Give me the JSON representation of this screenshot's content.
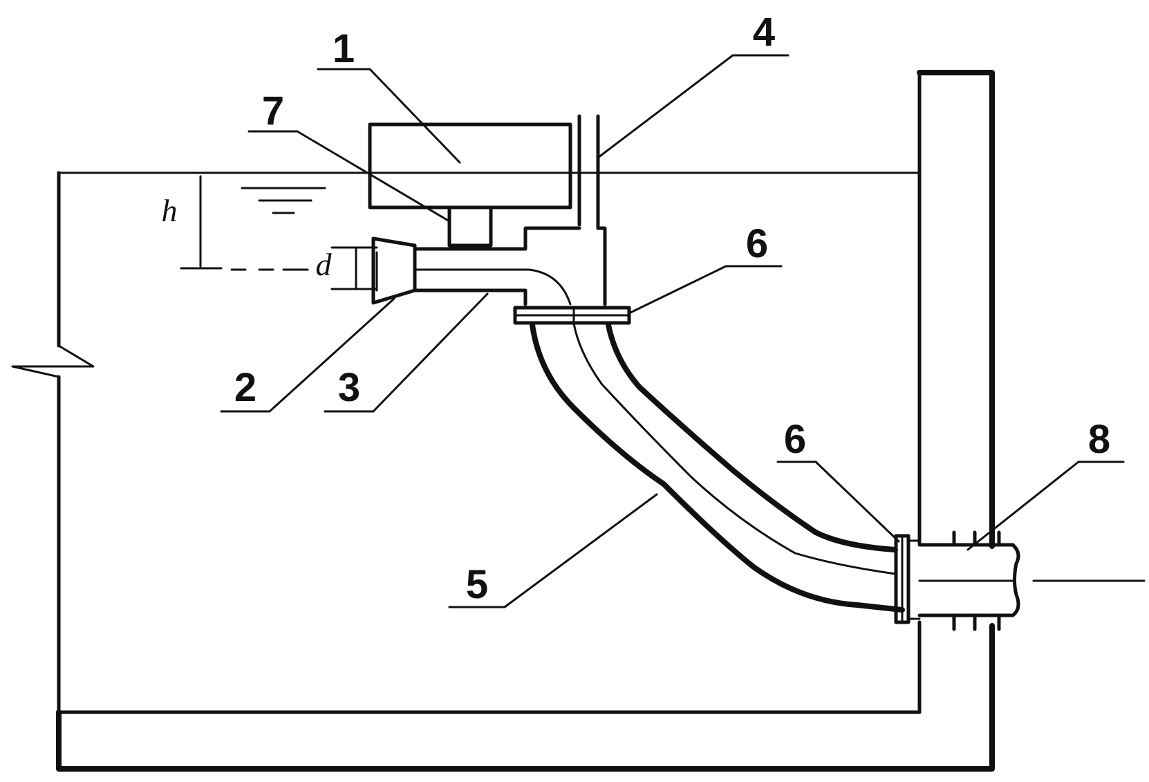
{
  "diagram": {
    "callouts": [
      {
        "id": "1",
        "label": "1"
      },
      {
        "id": "2",
        "label": "2"
      },
      {
        "id": "3",
        "label": "3"
      },
      {
        "id": "4",
        "label": "4"
      },
      {
        "id": "5",
        "label": "5"
      },
      {
        "id": "6a",
        "label": "6"
      },
      {
        "id": "6b",
        "label": "6"
      },
      {
        "id": "7",
        "label": "7"
      },
      {
        "id": "8",
        "label": "8"
      }
    ],
    "dimensions": {
      "depth": "h",
      "diameter": "d"
    }
  }
}
